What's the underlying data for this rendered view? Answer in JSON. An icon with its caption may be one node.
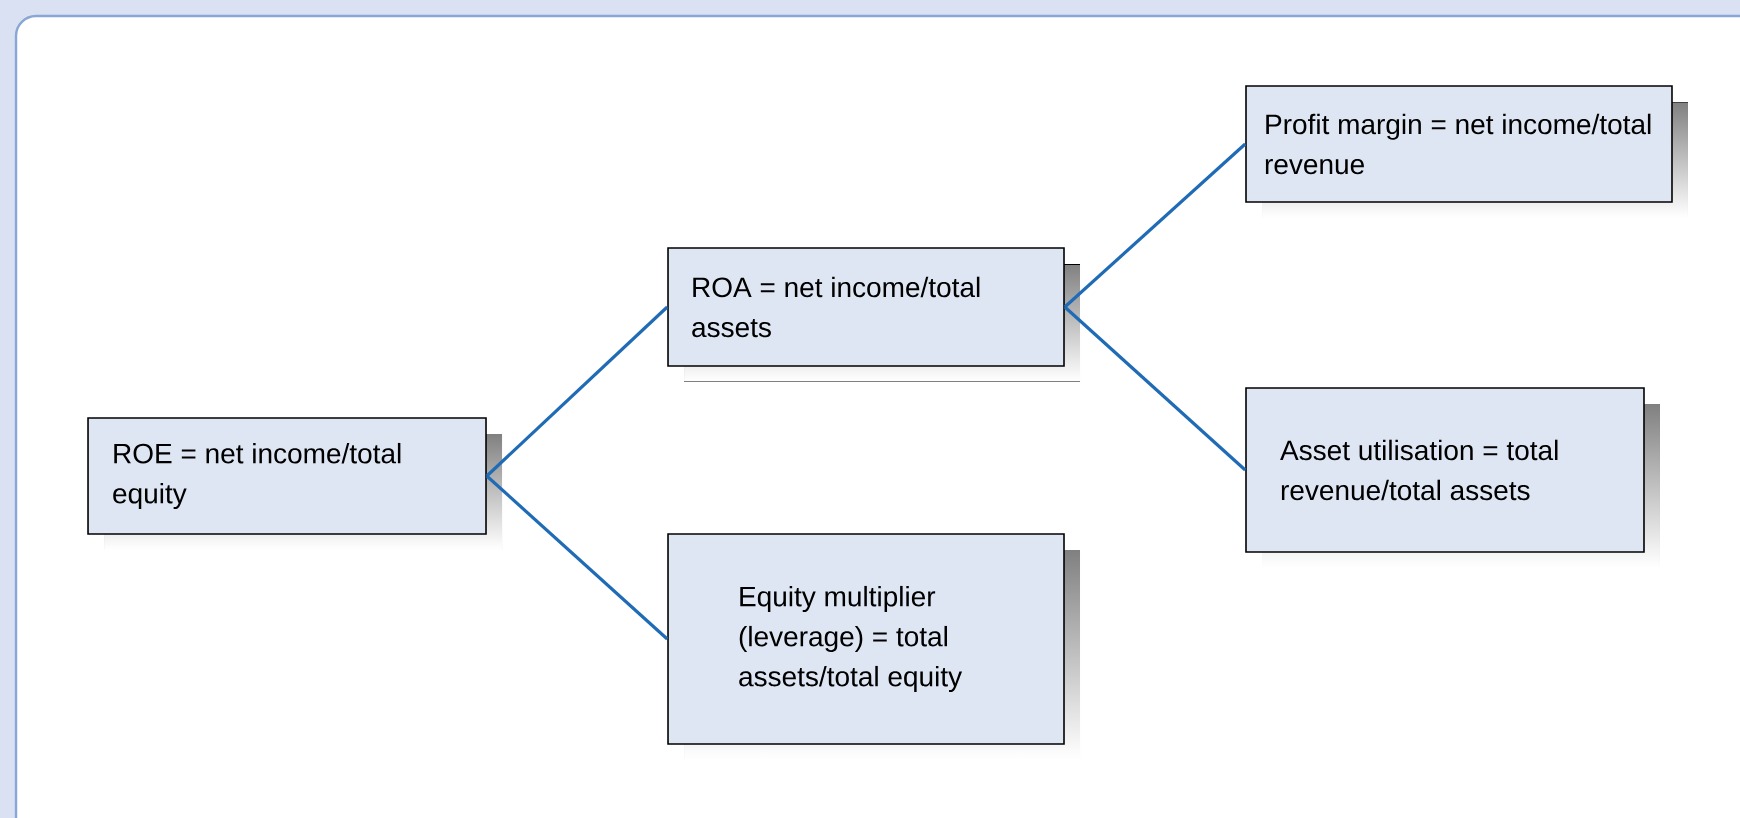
{
  "diagram": {
    "nodes": [
      {
        "text": [
          "ROE = net income/total equity"
        ]
      },
      {
        "text": [
          "ROA = net income/total assets"
        ]
      },
      {
        "text": [
          "Equity multiplier (leverage) = total assets/total equity"
        ]
      },
      {
        "text": [
          "Profit margin = net income/total revenue"
        ]
      },
      {
        "text": [
          "Asset utilisation = total revenue/total assets"
        ]
      }
    ],
    "edges": [
      {
        "from": 0,
        "to": 1,
        "arrow": "none"
      },
      {
        "from": 0,
        "to": 2,
        "arrow": "none"
      },
      {
        "from": 1,
        "to": 3,
        "arrow": "none"
      },
      {
        "from": 1,
        "to": 4,
        "arrow": "none"
      }
    ]
  }
}
